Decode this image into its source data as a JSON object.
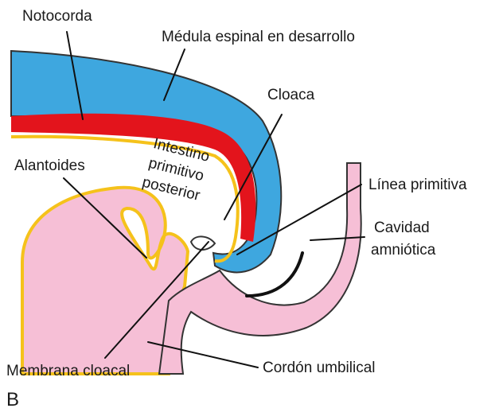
{
  "figure": {
    "panel_letter": "B",
    "colors": {
      "medula": "#3ea7df",
      "notocorda": "#e3141c",
      "endodermo": "#f5c21b",
      "tejido_rosa": "#f6bfd6",
      "contorno": "#333333"
    },
    "labels": {
      "notocorda": "Notocorda",
      "medula": "Médula espinal en desarrollo",
      "cloaca": "Cloaca",
      "intestino_1": "Intestino",
      "intestino_2": "primitivo",
      "intestino_3": "posterior",
      "alantoides": "Alantoides",
      "linea": "Línea primitiva",
      "cavidad_1": "Cavidad",
      "cavidad_2": "amniótica",
      "cordon": "Cordón umbilical",
      "membrana": "Membrana cloacal"
    }
  }
}
